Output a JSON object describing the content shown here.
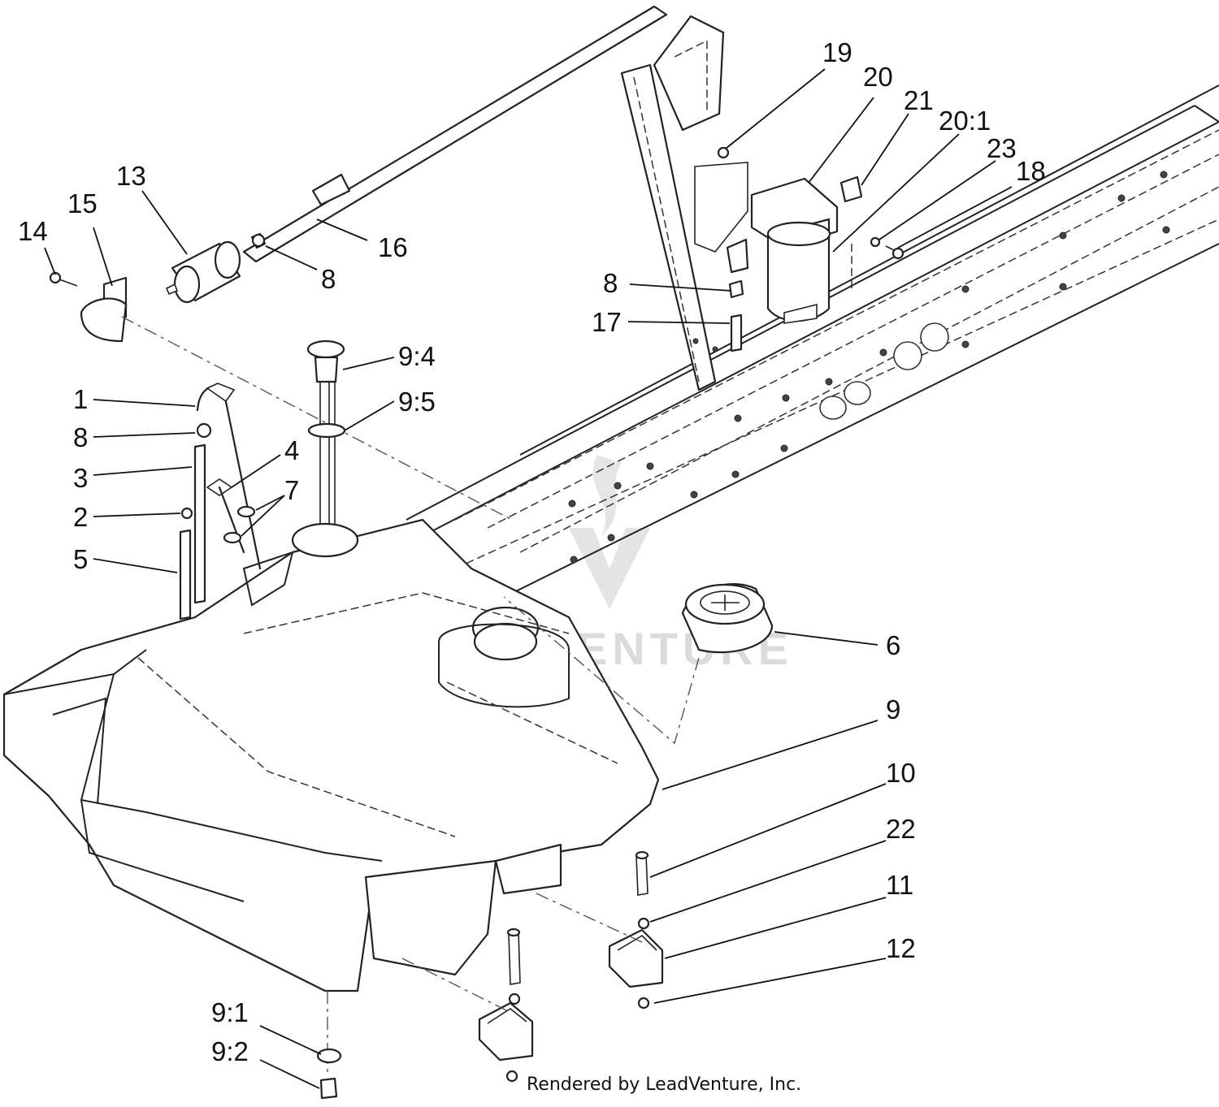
{
  "callouts": [
    {
      "id": "c14",
      "label": "14"
    },
    {
      "id": "c15",
      "label": "15"
    },
    {
      "id": "c13",
      "label": "13"
    },
    {
      "id": "c16",
      "label": "16"
    },
    {
      "id": "c8a",
      "label": "8"
    },
    {
      "id": "c19",
      "label": "19"
    },
    {
      "id": "c20",
      "label": "20"
    },
    {
      "id": "c21",
      "label": "21"
    },
    {
      "id": "c20_1",
      "label": "20:1"
    },
    {
      "id": "c23",
      "label": "23"
    },
    {
      "id": "c18",
      "label": "18"
    },
    {
      "id": "c8b",
      "label": "8"
    },
    {
      "id": "c17",
      "label": "17"
    },
    {
      "id": "c9_4",
      "label": "9:4"
    },
    {
      "id": "c9_5",
      "label": "9:5"
    },
    {
      "id": "c1",
      "label": "1"
    },
    {
      "id": "c8c",
      "label": "8"
    },
    {
      "id": "c3",
      "label": "3"
    },
    {
      "id": "c4",
      "label": "4"
    },
    {
      "id": "c7",
      "label": "7"
    },
    {
      "id": "c2",
      "label": "2"
    },
    {
      "id": "c5",
      "label": "5"
    },
    {
      "id": "c6",
      "label": "6"
    },
    {
      "id": "c9",
      "label": "9"
    },
    {
      "id": "c10",
      "label": "10"
    },
    {
      "id": "c22",
      "label": "22"
    },
    {
      "id": "c11",
      "label": "11"
    },
    {
      "id": "c12",
      "label": "12"
    },
    {
      "id": "c9_1",
      "label": "9:1"
    },
    {
      "id": "c9_2",
      "label": "9:2"
    }
  ],
  "watermark": "LEADVENTURE",
  "footer": "Rendered by LeadVenture, Inc."
}
